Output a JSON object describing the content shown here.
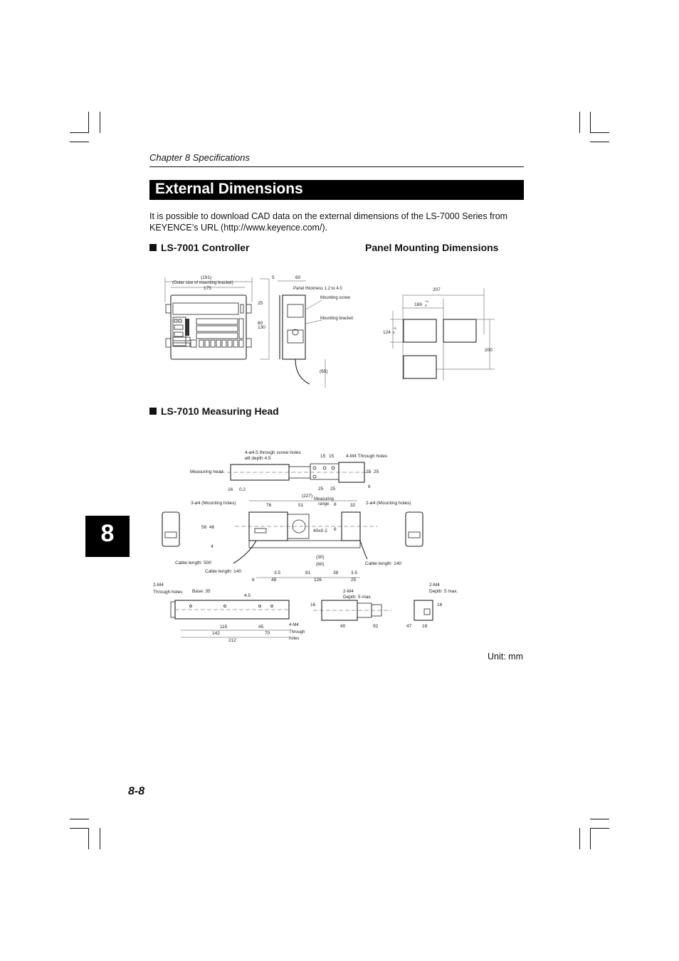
{
  "header": {
    "chapter": "Chapter 8  Specifications"
  },
  "title": "External Dimensions",
  "intro": "It is possible to download CAD data on the external dimensions of the LS-7000 Series from KEYENCE’s URL (http://www.keyence.com/).",
  "sections": {
    "controller": "LS-7001 Controller",
    "panel": "Panel Mounting Dimensions",
    "head": "LS-7010 Measuring Head"
  },
  "chapter_tab": "8",
  "unit": "Unit: mm",
  "page_number": "8-8",
  "controller_labels": {
    "d191": "(191)",
    "bracket_note": "(Outer size of mounting bracket)",
    "d175": "175",
    "d5": "5",
    "d60top": "60",
    "panel_thickness": "Panel thickness 1.2 to 4.0",
    "mounting_screw": "Mounting screw",
    "mounting_bracket": "Mounting bracket",
    "d25": "25",
    "d60": "60",
    "d130": "130",
    "d65": "(65)"
  },
  "panel_labels": {
    "d207": "207",
    "d169": "169",
    "d169tol": "+1",
    "d169tol0": "0",
    "d124": "124",
    "d124tol": "+1",
    "d124tol0": "0",
    "d200": "200"
  },
  "head_labels": {
    "screw_holes": "4-ø4.5 through screw holes",
    "screw_depth": "ø8 depth 4.5",
    "d15a": "15",
    "d15b": "15",
    "through_4m4_top": "4-M4 Through holes",
    "measuring_head": "Measuring head",
    "d25a": "25",
    "d25b": "25",
    "d25c": "25",
    "d25d": "25",
    "d6top": "6",
    "d16": "16",
    "d02": "0.2",
    "d227": "(227)",
    "mounting_3": "3-ø4 (Mounting  holes)",
    "d76": "76",
    "d51": "51",
    "measuring_range": "Measuring",
    "measuring_range2": "range",
    "d8": "8",
    "d32": "32",
    "mounting_2": "2-ø4 (Mounting  holes)",
    "d56": "56",
    "d46": "46",
    "d40": "40±0.2",
    "d6mid": "6",
    "d4": "4",
    "d30": "(30)",
    "d60b": "(60)",
    "cable500": "Cable length: 500",
    "cable140a": "Cable length: 140",
    "cable140b": "Cable length: 140",
    "d35a": "3.5",
    "d81": "81",
    "d38": "38",
    "d35b": "3.5",
    "d6b": "6",
    "d48": "48",
    "d126": "126",
    "d25e": "25",
    "m4_left": "2-M4",
    "through_left": "Through holes",
    "base35": "Base: 35",
    "d45a": "4.5",
    "d115": "115",
    "d45b": "45",
    "d142": "142",
    "d70": "70",
    "d212": "212",
    "m4_4": "4-M4",
    "through_4": "Through",
    "holes_4": "holes",
    "m4_depth_mid": "2-M4",
    "depth_mid": "Depth: 5 max.",
    "d16mid": "16",
    "d40b": "40",
    "d92": "92",
    "d47": "47",
    "d18": "18",
    "m4_depth_right": "2-M4",
    "depth_right": "Depth: 5 max.",
    "d16right": "16"
  }
}
